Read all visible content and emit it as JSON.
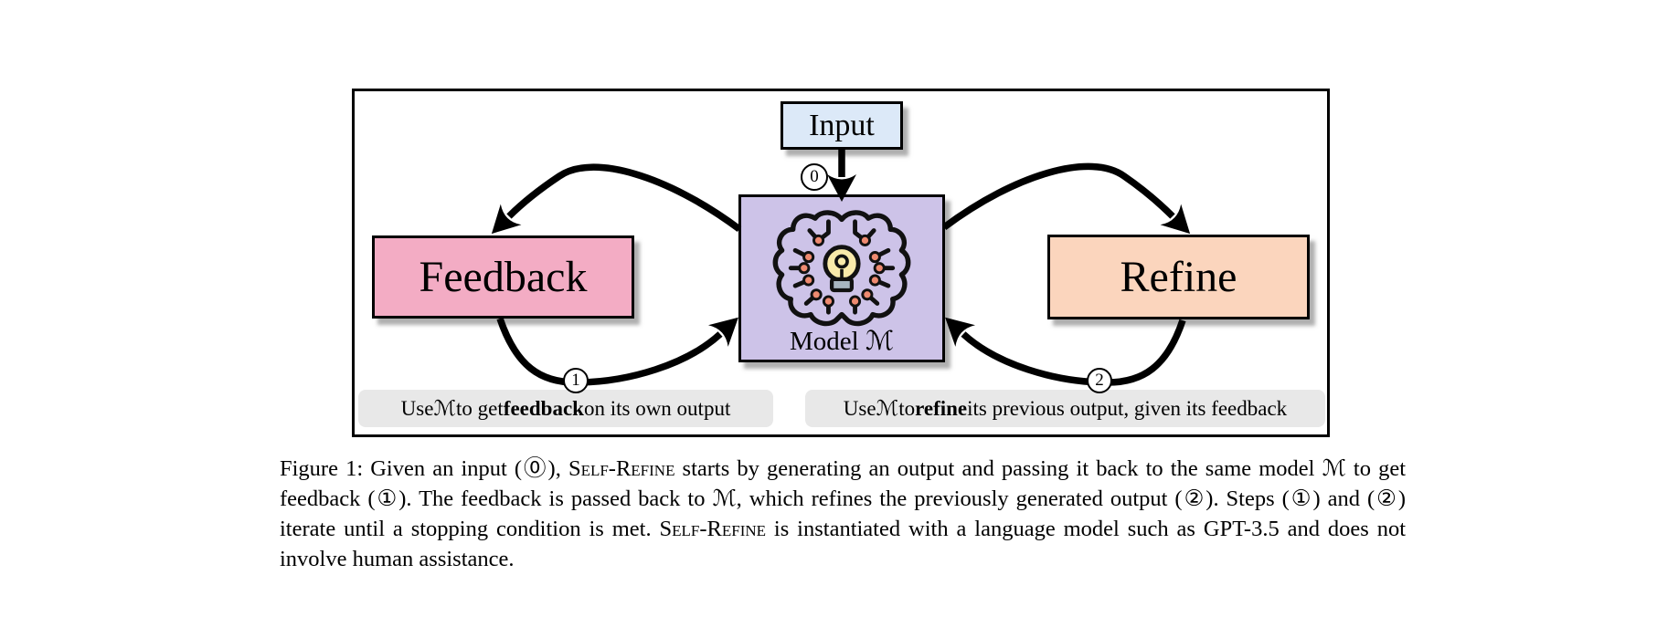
{
  "figure": {
    "input": {
      "label": "Input"
    },
    "model": {
      "label": "Model ℳ",
      "icon": "brain-circuit-icon"
    },
    "feedback": {
      "label": "Feedback"
    },
    "refine": {
      "label": "Refine"
    },
    "steps": {
      "s0": "0",
      "s1": "1",
      "s2": "2"
    },
    "notes": {
      "left": [
        {
          "text": "Use "
        },
        {
          "text": "ℳ",
          "style": "m"
        },
        {
          "text": " to get "
        },
        {
          "text": "feedback",
          "style": "b"
        },
        {
          "text": " on its own output"
        }
      ],
      "right": [
        {
          "text": "Use "
        },
        {
          "text": "ℳ",
          "style": "m"
        },
        {
          "text": " to "
        },
        {
          "text": "refine",
          "style": "b"
        },
        {
          "text": " its previous output, given its feedback"
        }
      ]
    },
    "colors": {
      "input_fill": "#dce9f8",
      "model_fill": "#cdc3e8",
      "feedback_fill": "#f3acc4",
      "refine_fill": "#fbd5bd",
      "note_fill": "#e8e8e8",
      "arrow": "#000000",
      "circuit_dot": "#ee8a70",
      "bulb_fill": "#f9eaaa",
      "bulb_base": "#a8b6c0"
    }
  },
  "caption": {
    "segments": [
      {
        "text": "Figure 1: Given an input (⓪), "
      },
      {
        "text": "Self-Refine",
        "style": "sc"
      },
      {
        "text": " starts by generating an output and passing it back to the same model "
      },
      {
        "text": "ℳ",
        "style": "m"
      },
      {
        "text": " to get feedback (①). The feedback is passed back to "
      },
      {
        "text": "ℳ",
        "style": "m"
      },
      {
        "text": ", which refines the previously generated output (②). Steps (①) and (②) iterate until a stopping condition is met. "
      },
      {
        "text": "Self-Refine",
        "style": "sc"
      },
      {
        "text": " is instantiated with a language model such as GPT-3.5 and does not involve human assistance."
      }
    ]
  }
}
